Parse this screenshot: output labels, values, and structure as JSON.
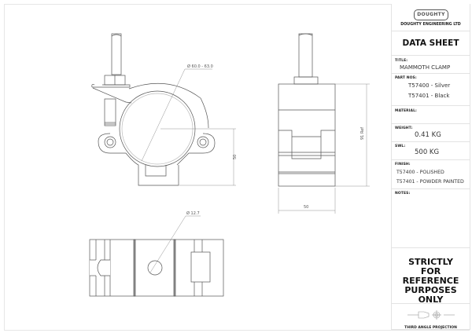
{
  "title_block": {
    "logo_text": "DOUGHTY",
    "company": "DOUGHTY ENGINEERING LTD",
    "heading": "DATA SHEET",
    "title_label": "TITLE:",
    "title_value": "MAMMOTH CLAMP",
    "part_nos_label": "PART NOS:",
    "part_nos": [
      "T57400 - Silver",
      "T57401 - Black"
    ],
    "material_label": "MATERIAL:",
    "material_value": "",
    "weight_label": "WEIGHT:",
    "weight_value": "0.41 KG",
    "swl_label": "SWL:",
    "swl_value": "500 KG",
    "finish_label": "FINISH:",
    "finish": [
      "T57400 - POLISHED",
      "T57401 - POWDER PAINTED"
    ],
    "notes_label": "NOTES:",
    "notice": "STRICTLY\nFOR\nREFERENCE\nPURPOSES\nONLY",
    "projection_label": "THIRD ANGLE PROJECTION"
  },
  "drawing": {
    "front_view": {
      "diameter_dim": "Ø 60.0 - 63.0",
      "height_dim": "50"
    },
    "side_view": {
      "height_dim": "91 Ref",
      "width_dim": "50"
    },
    "top_view": {
      "hole_dim": "Ø 12.7"
    }
  }
}
